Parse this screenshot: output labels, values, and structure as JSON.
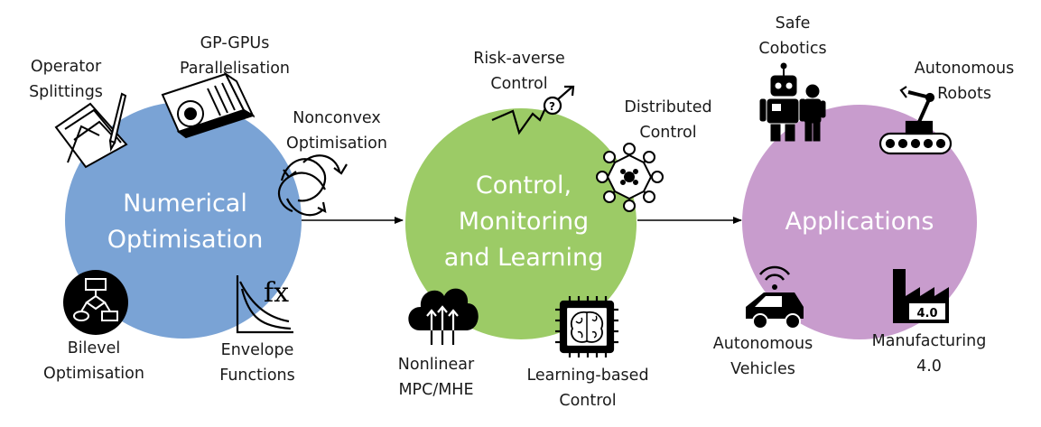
{
  "colors": {
    "optimisation_circle": "#7aa3d5",
    "control_circle": "#9ccb66",
    "applications_circle": "#c89ccd",
    "icon": "#000000",
    "arrow": "#000000",
    "circle_text": "#ffffff"
  },
  "hubs": {
    "optimisation": {
      "line1": "Numerical",
      "line2": "Optimisation"
    },
    "control": {
      "line1": "Control,",
      "line2": "Monitoring",
      "line3": "and Learning"
    },
    "applications": {
      "line1": "Applications"
    }
  },
  "topics": {
    "operator_splittings": {
      "line1": "Operator",
      "line2": "Splittings",
      "icon": "paper-pencil-icon"
    },
    "gpgpus": {
      "line1": "GP-GPUs",
      "line2": "Parallelisation",
      "icon": "gpu-card-icon"
    },
    "nonconvex": {
      "line1": "Nonconvex",
      "line2": "Optimisation",
      "icon": "swirl-arrows-icon"
    },
    "bilevel": {
      "line1": "Bilevel",
      "line2": "Optimisation",
      "icon": "flowchart-icon"
    },
    "envelope": {
      "line1": "Envelope",
      "line2": "Functions",
      "icon": "fx-curve-icon",
      "icon_text": "fx"
    },
    "risk_averse": {
      "line1": "Risk-averse",
      "line2": "Control",
      "icon": "risk-graph-icon",
      "icon_text": "?"
    },
    "distributed": {
      "line1": "Distributed",
      "line2": "Control",
      "icon": "network-node-icon"
    },
    "nonlinear_mpc": {
      "line1": "Nonlinear",
      "line2": "MPC/MHE",
      "icon": "cloud-upload-icon"
    },
    "learning_control": {
      "line1": "Learning-based",
      "line2": "Control",
      "icon": "brain-chip-icon"
    },
    "safe_cobotics": {
      "line1": "Safe",
      "line2": "Cobotics",
      "icon": "robot-human-icon"
    },
    "autonomous_robots": {
      "line1": "Autonomous",
      "line2": "Robots",
      "icon": "robot-arm-icon"
    },
    "autonomous_vehicles": {
      "line1": "Autonomous",
      "line2": "Vehicles",
      "icon": "connected-car-icon"
    },
    "manufacturing": {
      "line1": "Manufacturing",
      "line2": "4.0",
      "icon": "factory-icon",
      "icon_text": "4.0"
    }
  }
}
